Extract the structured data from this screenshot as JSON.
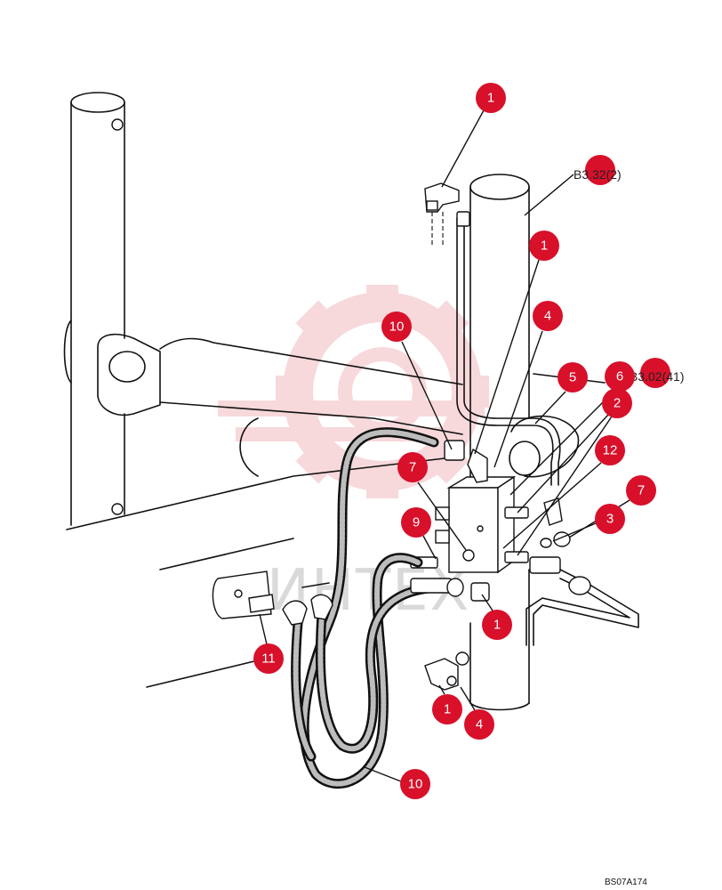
{
  "callouts": [
    "1",
    "1",
    "4",
    "10",
    "5",
    "6",
    "2",
    "12",
    "7",
    "7",
    "3",
    "9",
    "1",
    "11",
    "1",
    "4",
    "10"
  ],
  "references": [
    "B3.32(2)",
    "B3.02(41)"
  ],
  "figure_code": "BS07A174",
  "watermark": "ИНТЕХ",
  "colors": {
    "callout": "#d8102a",
    "line": "#111111",
    "watermark": "#f2b9bf"
  }
}
